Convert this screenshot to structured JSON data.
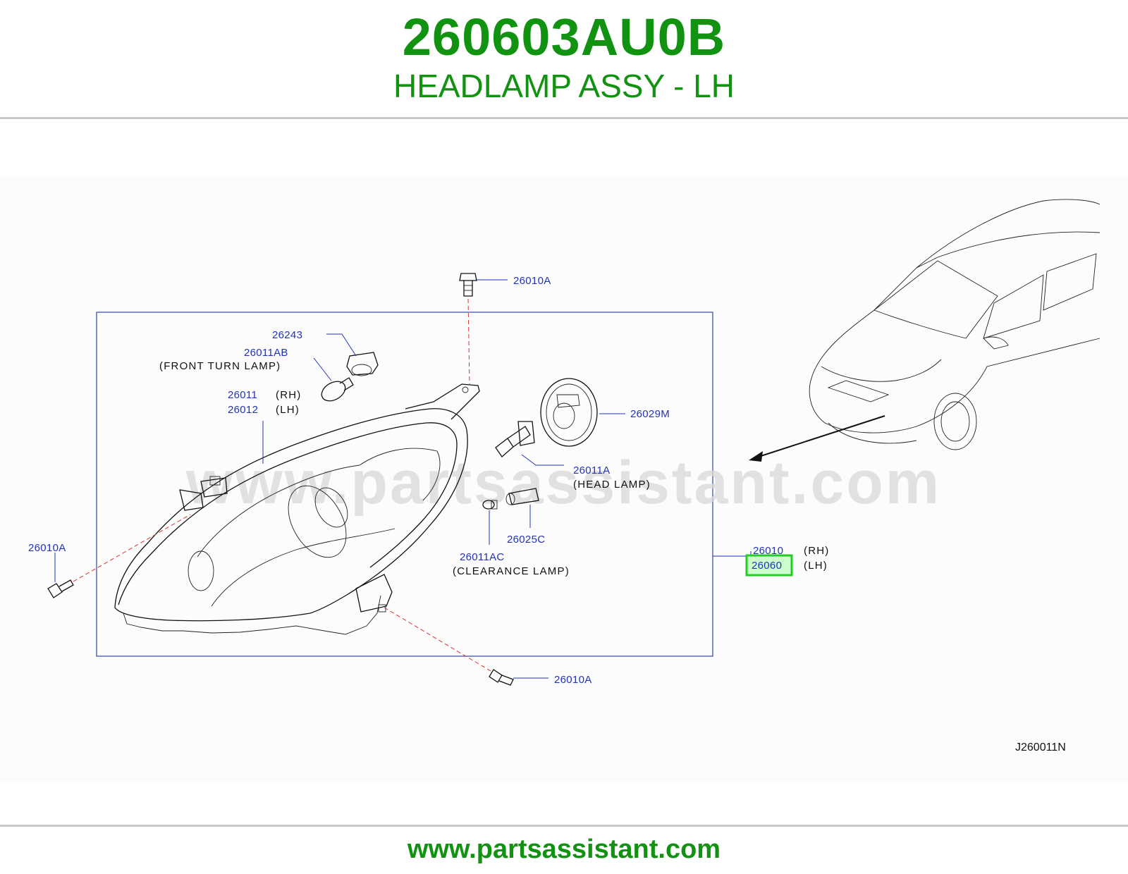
{
  "header": {
    "part_number": "260603AU0B",
    "part_name": "HEADLAMP ASSY - LH"
  },
  "footer": {
    "url": "www.partsassistant.com"
  },
  "diagram": {
    "watermark": "www.partsassistant.com",
    "reference_code": "J260011N",
    "highlight_color": "#22cc22",
    "callouts": {
      "bolt_top": "26010A",
      "bolt_left": "26010A",
      "bolt_bottom": "26010A",
      "socket_turn": "26243",
      "bulb_turn": "26011AB",
      "bulb_turn_note": "(FRONT   TURN   LAMP)",
      "housing_rh": "26011",
      "housing_rh_side": "(RH)",
      "housing_lh": "26012",
      "housing_lh_side": "(LH)",
      "cap": "26029M",
      "bulb_head": "26011A",
      "bulb_head_note": "(HEAD   LAMP)",
      "socket_clearance": "26025C",
      "bulb_clearance": "26011AC",
      "bulb_clearance_note": "(CLEARANCE   LAMP)",
      "assy_rh": "26010",
      "assy_rh_side": "(RH)",
      "assy_lh": "26060",
      "assy_lh_side": "(LH)"
    }
  }
}
